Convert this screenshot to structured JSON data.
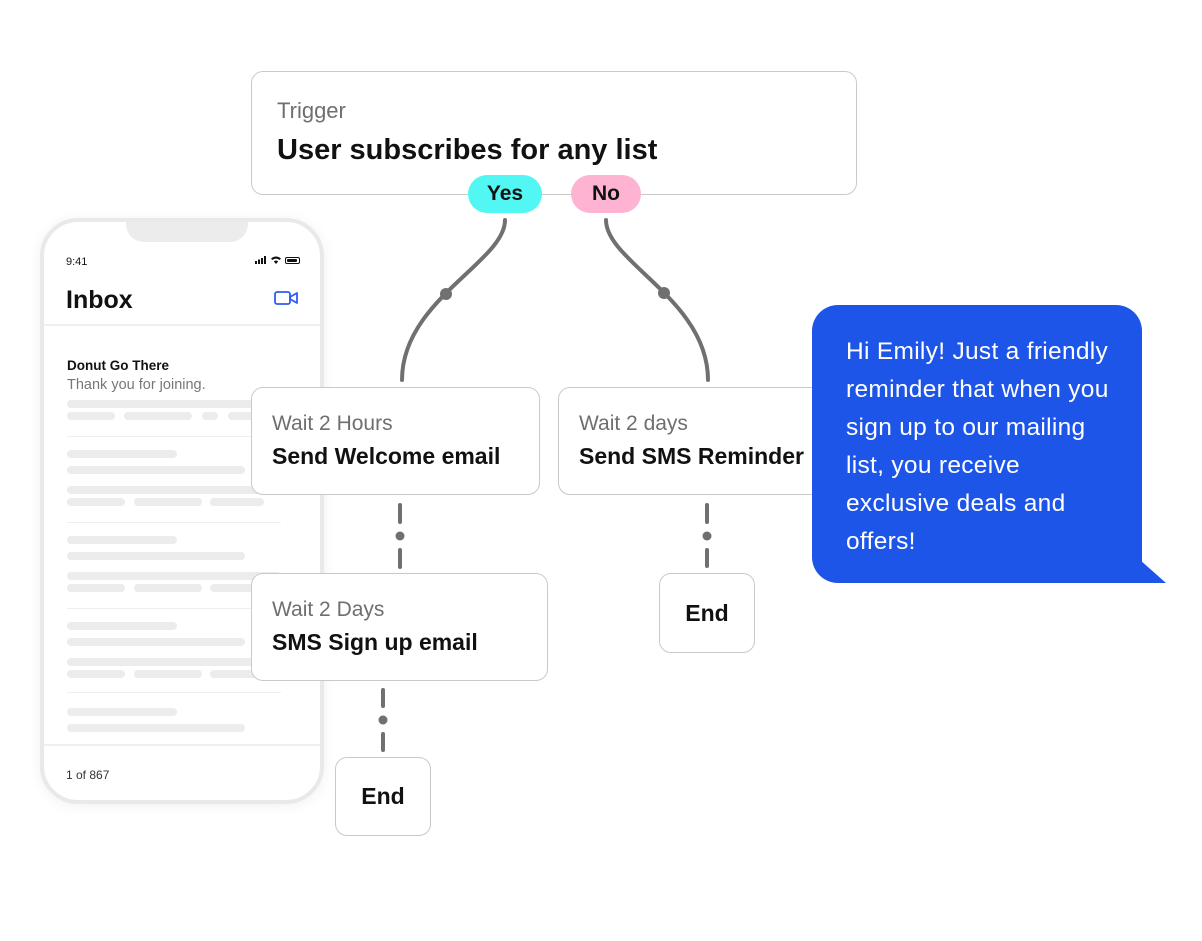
{
  "phone": {
    "time": "9:41",
    "title": "Inbox",
    "mail": {
      "sender": "Donut Go There",
      "preview": "Thank you for joining."
    },
    "pagination": "1 of 867"
  },
  "flow": {
    "trigger": {
      "label": "Trigger",
      "event": "User subscribes for any list"
    },
    "branches": {
      "yes": {
        "label": "Yes",
        "color": "#52f7f3"
      },
      "no": {
        "label": "No",
        "color": "#ffb3d2"
      }
    },
    "yes_steps": [
      {
        "wait": "Wait 2 Hours",
        "action": "Send Welcome email"
      },
      {
        "wait": "Wait 2 Days",
        "action": "SMS Sign up email"
      }
    ],
    "no_steps": [
      {
        "wait": "Wait 2 days",
        "action": "Send SMS Reminder"
      }
    ],
    "end_label": "End"
  },
  "sms_bubble": {
    "text": "Hi Emily! Just a friendly reminder that when you sign up to our mailing list, you receive exclusive deals and offers!",
    "color": "#1d55e9"
  }
}
